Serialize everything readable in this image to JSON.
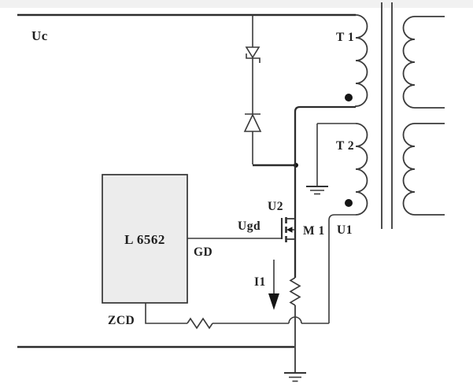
{
  "diagram": {
    "labels": {
      "uc": "Uc",
      "t1": "T 1",
      "t2": "T 2",
      "u2": "U2",
      "ugd": "Ugd",
      "gd": "GD",
      "m1": "M 1",
      "u1": "U1",
      "ic": "L 6562",
      "zcd": "ZCD",
      "i1": "I1"
    },
    "colors": {
      "background": "#ffffff",
      "wire": "#3a3a3a",
      "thick_wire": "#2c2c2c",
      "ic_fill": "#ececec",
      "text": "#1f1f1f",
      "dot": "#151515"
    }
  }
}
